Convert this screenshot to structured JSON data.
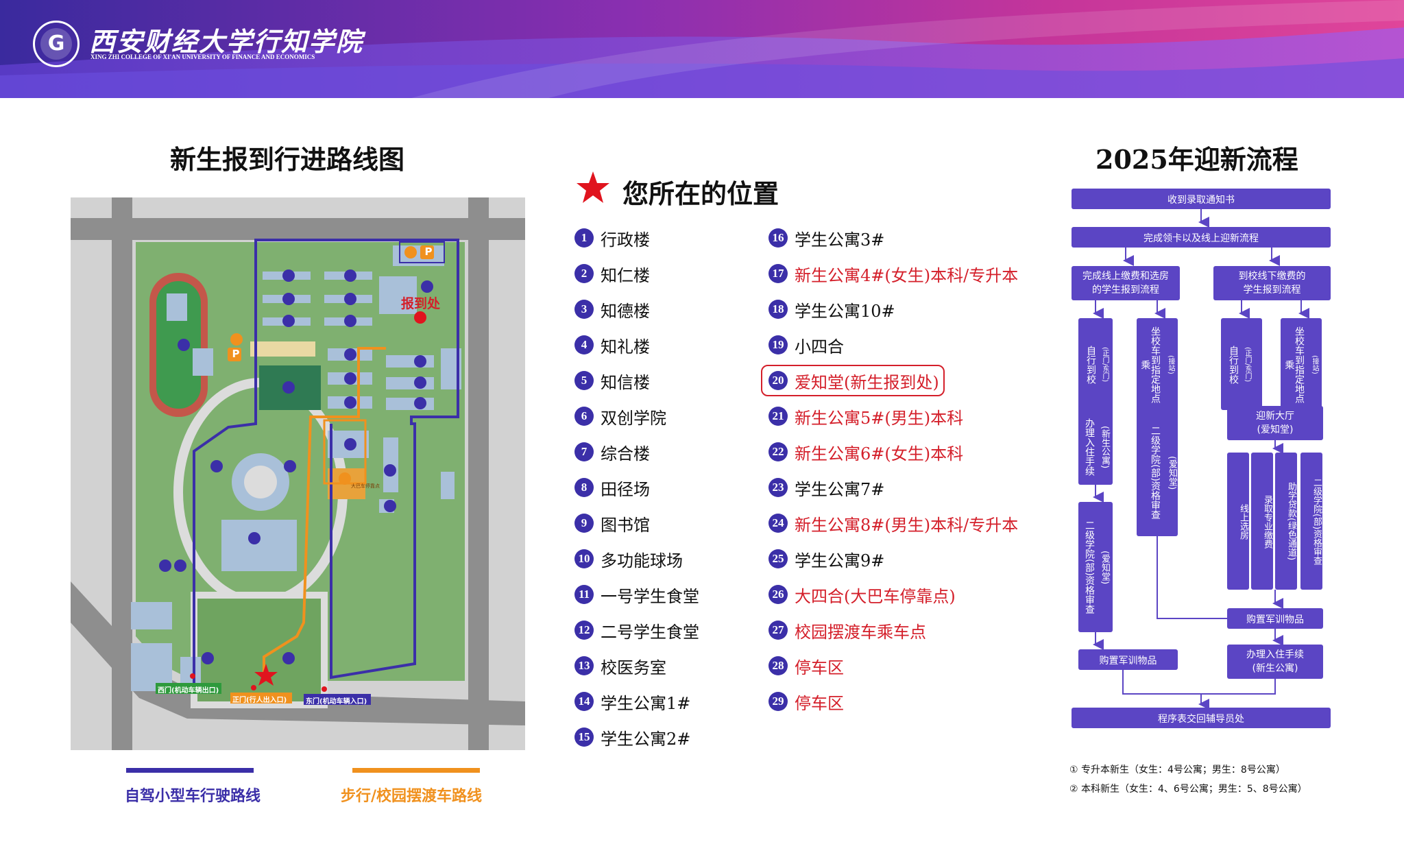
{
  "header": {
    "college_cn": "西安财经大学行知学院",
    "college_en": "XING ZHI COLLEGE OF XI'AN UNIVERSITY OF FINANCE AND ECONOMICS",
    "logo_mark": "G"
  },
  "map_title": "新生报到行进路线图",
  "here": {
    "label": "您所在的位置"
  },
  "flow_title": "2025年迎新流程",
  "locations": [
    {
      "n": "1",
      "name": "行政楼",
      "highlight": false
    },
    {
      "n": "2",
      "name": "知仁楼",
      "highlight": false
    },
    {
      "n": "3",
      "name": "知德楼",
      "highlight": false
    },
    {
      "n": "4",
      "name": "知礼楼",
      "highlight": false
    },
    {
      "n": "5",
      "name": "知信楼",
      "highlight": false
    },
    {
      "n": "6",
      "name": "双创学院",
      "highlight": false
    },
    {
      "n": "7",
      "name": "综合楼",
      "highlight": false
    },
    {
      "n": "8",
      "name": "田径场",
      "highlight": false
    },
    {
      "n": "9",
      "name": "图书馆",
      "highlight": false
    },
    {
      "n": "10",
      "name": "多功能球场",
      "highlight": false
    },
    {
      "n": "11",
      "name": "一号学生食堂",
      "highlight": false
    },
    {
      "n": "12",
      "name": "二号学生食堂",
      "highlight": false
    },
    {
      "n": "13",
      "name": "校医务室",
      "highlight": false
    },
    {
      "n": "14",
      "name": "学生公寓1#",
      "highlight": false
    },
    {
      "n": "15",
      "name": "学生公寓2#",
      "highlight": false
    },
    {
      "n": "16",
      "name": "学生公寓3#",
      "highlight": false
    },
    {
      "n": "17",
      "name": "新生公寓4#(女生)本科/专升本",
      "highlight": true
    },
    {
      "n": "18",
      "name": "学生公寓10#",
      "highlight": false
    },
    {
      "n": "19",
      "name": "小四合",
      "highlight": false
    },
    {
      "n": "20",
      "name": "爱知堂(新生报到处)",
      "highlight": true
    },
    {
      "n": "21",
      "name": "新生公寓5#(男生)本科",
      "highlight": true
    },
    {
      "n": "22",
      "name": "新生公寓6#(女生)本科",
      "highlight": true
    },
    {
      "n": "23",
      "name": "学生公寓7#",
      "highlight": false
    },
    {
      "n": "24",
      "name": "新生公寓8#(男生)本科/专升本",
      "highlight": true
    },
    {
      "n": "25",
      "name": "学生公寓9#",
      "highlight": false
    },
    {
      "n": "26",
      "name": "大四合(大巴车停靠点)",
      "highlight": true
    },
    {
      "n": "27",
      "name": "校园摆渡车乘车点",
      "highlight": true
    },
    {
      "n": "28",
      "name": "停车区",
      "highlight": true
    },
    {
      "n": "29",
      "name": "停车区",
      "highlight": true
    }
  ],
  "map": {
    "gate_west": "西门(机动车辆出口)",
    "gate_main": "正门(行人出入口)",
    "gate_east": "东门(机动车辆入口)",
    "checkin_label": "报到处",
    "parking": "P",
    "big_courtyard": "大巴车停靠点"
  },
  "legend": {
    "drive": "自驾小型车行驶路线",
    "walk": "步行/校园摆渡车路线"
  },
  "flow": {
    "step1": "收到录取通知书",
    "step2": "完成领卡以及线上迎新流程",
    "online_branch": [
      "完成线上缴费和选房",
      "的学生报到流程"
    ],
    "offline_branch": [
      "到校线下缴费的",
      "学生报到流程"
    ],
    "a1": "自行到校",
    "a1_sub": "(正门/东门)",
    "a2": "坐校车到指定地点乘",
    "a2_sub": "(接站)",
    "b1": "自行到校",
    "b1_sub": "(正门/东门)",
    "b2": "坐校车到指定地点乘",
    "b2_sub": "(接站)",
    "a3": "办理入住手续",
    "a3_sub": "(新生公寓)",
    "a4": "二级学院(部)资格审查",
    "a4_sub": "(爱知堂)",
    "a5": "二级学院(部)资格审查",
    "a5_sub": "(爱知堂)",
    "hall": [
      "迎新大厅",
      "(爱知堂)"
    ],
    "c1": "线上选房",
    "c2": "录取专业缴费",
    "c3": "助学贷款(绿色通道)",
    "c4": "二级学院(部)资格审查",
    "buy_mid": "购置军训物品",
    "buy_left": "购置军训物品",
    "checkin_right": [
      "办理入住手续",
      "(新生公寓)"
    ],
    "final": "程序表交回辅导员处"
  },
  "notes": [
    "① 专升本新生（女生：4号公寓；男生：8号公寓）",
    "② 本科新生（女生：4、6号公寓；男生：5、8号公寓）"
  ],
  "colors": {
    "route_drive": "#3b2fa8",
    "route_walk": "#f0911e",
    "highlight_text": "#d41f2a",
    "flow_box": "#5b45c4",
    "campus_green": "#7fb070",
    "road_gray": "#c8c8c8",
    "building": "#a9c0d9"
  }
}
